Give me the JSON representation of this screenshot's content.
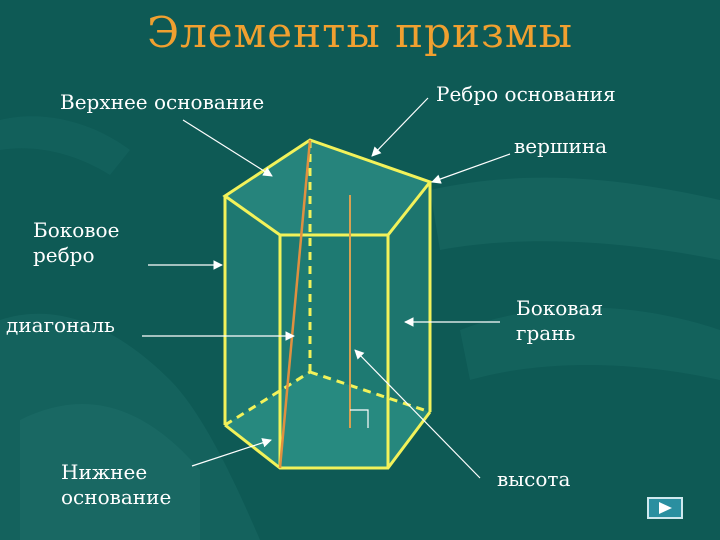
{
  "title": "Элементы призмы",
  "labels": {
    "top_base": "Верхнее основание",
    "base_edge": "Ребро основания",
    "vertex": "вершина",
    "lateral_edge": "Боковое\nребро",
    "diagonal": "диагональ",
    "lateral_face": "Боковая\nгрань",
    "bottom_base": "Нижнее\nоснование",
    "height": "высота"
  },
  "colors": {
    "background": "#0e5a55",
    "title": "#f0a030",
    "prism_edge": "#f2f25a",
    "diagonal": "#e09040",
    "height_line": "#d8a050",
    "arrow": "#ffffff"
  },
  "nav": {
    "icon": "play-triangle-icon"
  }
}
